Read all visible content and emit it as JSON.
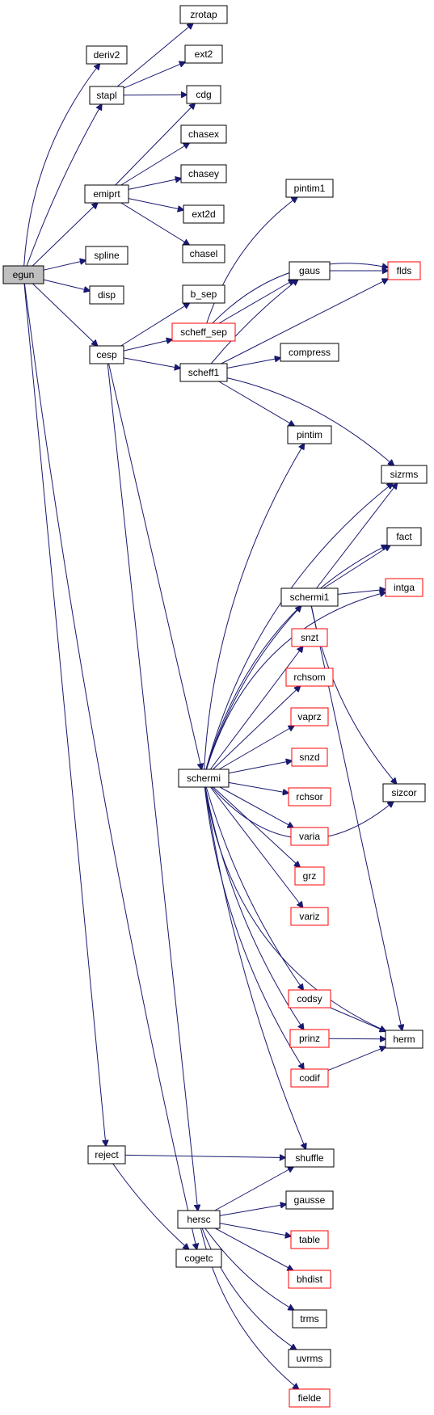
{
  "colors": {
    "edge": "#191970",
    "link_border": "#ff0000",
    "root_fill": "#bfbfbf"
  },
  "nodes": [
    {
      "id": "egun",
      "label": "egun",
      "style": "root"
    },
    {
      "id": "deriv2",
      "label": "deriv2",
      "style": "normal"
    },
    {
      "id": "stapl",
      "label": "stapl",
      "style": "normal"
    },
    {
      "id": "emiprt",
      "label": "emiprt",
      "style": "normal"
    },
    {
      "id": "spline",
      "label": "spline",
      "style": "normal"
    },
    {
      "id": "disp",
      "label": "disp",
      "style": "normal"
    },
    {
      "id": "cesp",
      "label": "cesp",
      "style": "normal"
    },
    {
      "id": "reject",
      "label": "reject",
      "style": "normal"
    },
    {
      "id": "cogetc",
      "label": "cogetc",
      "style": "normal"
    },
    {
      "id": "zrotap",
      "label": "zrotap",
      "style": "normal"
    },
    {
      "id": "ext2",
      "label": "ext2",
      "style": "normal"
    },
    {
      "id": "cdg",
      "label": "cdg",
      "style": "normal"
    },
    {
      "id": "chasex",
      "label": "chasex",
      "style": "normal"
    },
    {
      "id": "chasey",
      "label": "chasey",
      "style": "normal"
    },
    {
      "id": "ext2d",
      "label": "ext2d",
      "style": "normal"
    },
    {
      "id": "chasel",
      "label": "chasel",
      "style": "normal"
    },
    {
      "id": "b_sep",
      "label": "b_sep",
      "style": "normal"
    },
    {
      "id": "scheff_sep",
      "label": "scheff_sep",
      "style": "link"
    },
    {
      "id": "scheff1",
      "label": "scheff1",
      "style": "normal"
    },
    {
      "id": "schermi",
      "label": "schermi",
      "style": "normal"
    },
    {
      "id": "hersc",
      "label": "hersc",
      "style": "normal"
    },
    {
      "id": "pintim1",
      "label": "pintim1",
      "style": "normal"
    },
    {
      "id": "gaus",
      "label": "gaus",
      "style": "normal"
    },
    {
      "id": "flds",
      "label": "flds",
      "style": "link"
    },
    {
      "id": "compress",
      "label": "compress",
      "style": "normal"
    },
    {
      "id": "pintim",
      "label": "pintim",
      "style": "normal"
    },
    {
      "id": "sizrms",
      "label": "sizrms",
      "style": "normal"
    },
    {
      "id": "fact",
      "label": "fact",
      "style": "normal"
    },
    {
      "id": "schermi1",
      "label": "schermi1",
      "style": "normal"
    },
    {
      "id": "intga",
      "label": "intga",
      "style": "link"
    },
    {
      "id": "snzt",
      "label": "snzt",
      "style": "link"
    },
    {
      "id": "rchsom",
      "label": "rchsom",
      "style": "link"
    },
    {
      "id": "vaprz",
      "label": "vaprz",
      "style": "link"
    },
    {
      "id": "snzd",
      "label": "snzd",
      "style": "link"
    },
    {
      "id": "rchsor",
      "label": "rchsor",
      "style": "link"
    },
    {
      "id": "varia",
      "label": "varia",
      "style": "link"
    },
    {
      "id": "grz",
      "label": "grz",
      "style": "link"
    },
    {
      "id": "variz",
      "label": "variz",
      "style": "link"
    },
    {
      "id": "sizcor",
      "label": "sizcor",
      "style": "normal"
    },
    {
      "id": "codsy",
      "label": "codsy",
      "style": "link"
    },
    {
      "id": "prinz",
      "label": "prinz",
      "style": "link"
    },
    {
      "id": "codif",
      "label": "codif",
      "style": "link"
    },
    {
      "id": "herm",
      "label": "herm",
      "style": "normal"
    },
    {
      "id": "shuffle",
      "label": "shuffle",
      "style": "normal"
    },
    {
      "id": "gausse",
      "label": "gausse",
      "style": "normal"
    },
    {
      "id": "table",
      "label": "table",
      "style": "link"
    },
    {
      "id": "bhdist",
      "label": "bhdist",
      "style": "link"
    },
    {
      "id": "trms",
      "label": "trms",
      "style": "normal"
    },
    {
      "id": "uvrms",
      "label": "uvrms",
      "style": "normal"
    },
    {
      "id": "fielde",
      "label": "fielde",
      "style": "link"
    }
  ],
  "edges": [
    [
      "egun",
      "deriv2"
    ],
    [
      "egun",
      "stapl"
    ],
    [
      "egun",
      "emiprt"
    ],
    [
      "egun",
      "spline"
    ],
    [
      "egun",
      "disp"
    ],
    [
      "egun",
      "cesp"
    ],
    [
      "egun",
      "reject"
    ],
    [
      "egun",
      "cogetc"
    ],
    [
      "stapl",
      "zrotap"
    ],
    [
      "stapl",
      "ext2"
    ],
    [
      "stapl",
      "cdg"
    ],
    [
      "emiprt",
      "cdg"
    ],
    [
      "emiprt",
      "chasex"
    ],
    [
      "emiprt",
      "chasey"
    ],
    [
      "emiprt",
      "ext2d"
    ],
    [
      "emiprt",
      "chasel"
    ],
    [
      "cesp",
      "b_sep"
    ],
    [
      "cesp",
      "scheff_sep"
    ],
    [
      "cesp",
      "scheff1"
    ],
    [
      "cesp",
      "schermi"
    ],
    [
      "cesp",
      "hersc"
    ],
    [
      "scheff_sep",
      "pintim1"
    ],
    [
      "scheff_sep",
      "gaus"
    ],
    [
      "scheff_sep",
      "flds"
    ],
    [
      "scheff1",
      "gaus"
    ],
    [
      "scheff1",
      "flds"
    ],
    [
      "scheff1",
      "compress"
    ],
    [
      "scheff1",
      "pintim"
    ],
    [
      "scheff1",
      "sizrms"
    ],
    [
      "gaus",
      "flds"
    ],
    [
      "schermi",
      "pintim"
    ],
    [
      "schermi",
      "sizrms"
    ],
    [
      "schermi",
      "fact"
    ],
    [
      "schermi",
      "intga"
    ],
    [
      "schermi",
      "schermi1"
    ],
    [
      "schermi",
      "snzt"
    ],
    [
      "schermi",
      "rchsom"
    ],
    [
      "schermi",
      "vaprz"
    ],
    [
      "schermi",
      "snzd"
    ],
    [
      "schermi",
      "rchsor"
    ],
    [
      "schermi",
      "varia"
    ],
    [
      "schermi",
      "grz"
    ],
    [
      "schermi",
      "variz"
    ],
    [
      "schermi",
      "sizcor"
    ],
    [
      "schermi",
      "codsy"
    ],
    [
      "schermi",
      "prinz"
    ],
    [
      "schermi",
      "codif"
    ],
    [
      "schermi",
      "herm"
    ],
    [
      "schermi",
      "shuffle"
    ],
    [
      "schermi1",
      "sizrms"
    ],
    [
      "schermi1",
      "fact"
    ],
    [
      "schermi1",
      "intga"
    ],
    [
      "schermi1",
      "sizcor"
    ],
    [
      "schermi1",
      "herm"
    ],
    [
      "codsy",
      "herm"
    ],
    [
      "prinz",
      "herm"
    ],
    [
      "codif",
      "herm"
    ],
    [
      "reject",
      "shuffle"
    ],
    [
      "reject",
      "cogetc"
    ],
    [
      "hersc",
      "shuffle"
    ],
    [
      "hersc",
      "gausse"
    ],
    [
      "hersc",
      "table"
    ],
    [
      "hersc",
      "bhdist"
    ],
    [
      "hersc",
      "trms"
    ],
    [
      "hersc",
      "uvrms"
    ],
    [
      "hersc",
      "fielde"
    ]
  ]
}
